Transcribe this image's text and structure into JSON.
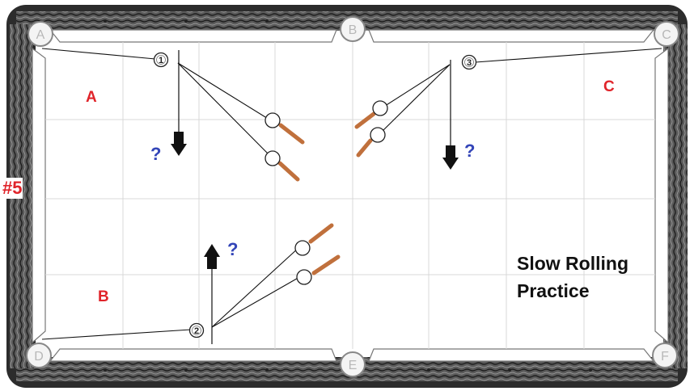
{
  "drill_label": "#5",
  "title_lines": [
    "Slow Rolling",
    "Practice"
  ],
  "zones": {
    "a": "A",
    "b": "B",
    "c": "C"
  },
  "question_mark": "?",
  "pockets": [
    "A",
    "B",
    "C",
    "D",
    "E",
    "F"
  ],
  "balls": [
    "1",
    "2",
    "3"
  ],
  "colors": {
    "zone_label": "#e0242a",
    "question": "#3345b8",
    "cue_stick": "#c0703c",
    "rail": "#3a3a3a"
  }
}
